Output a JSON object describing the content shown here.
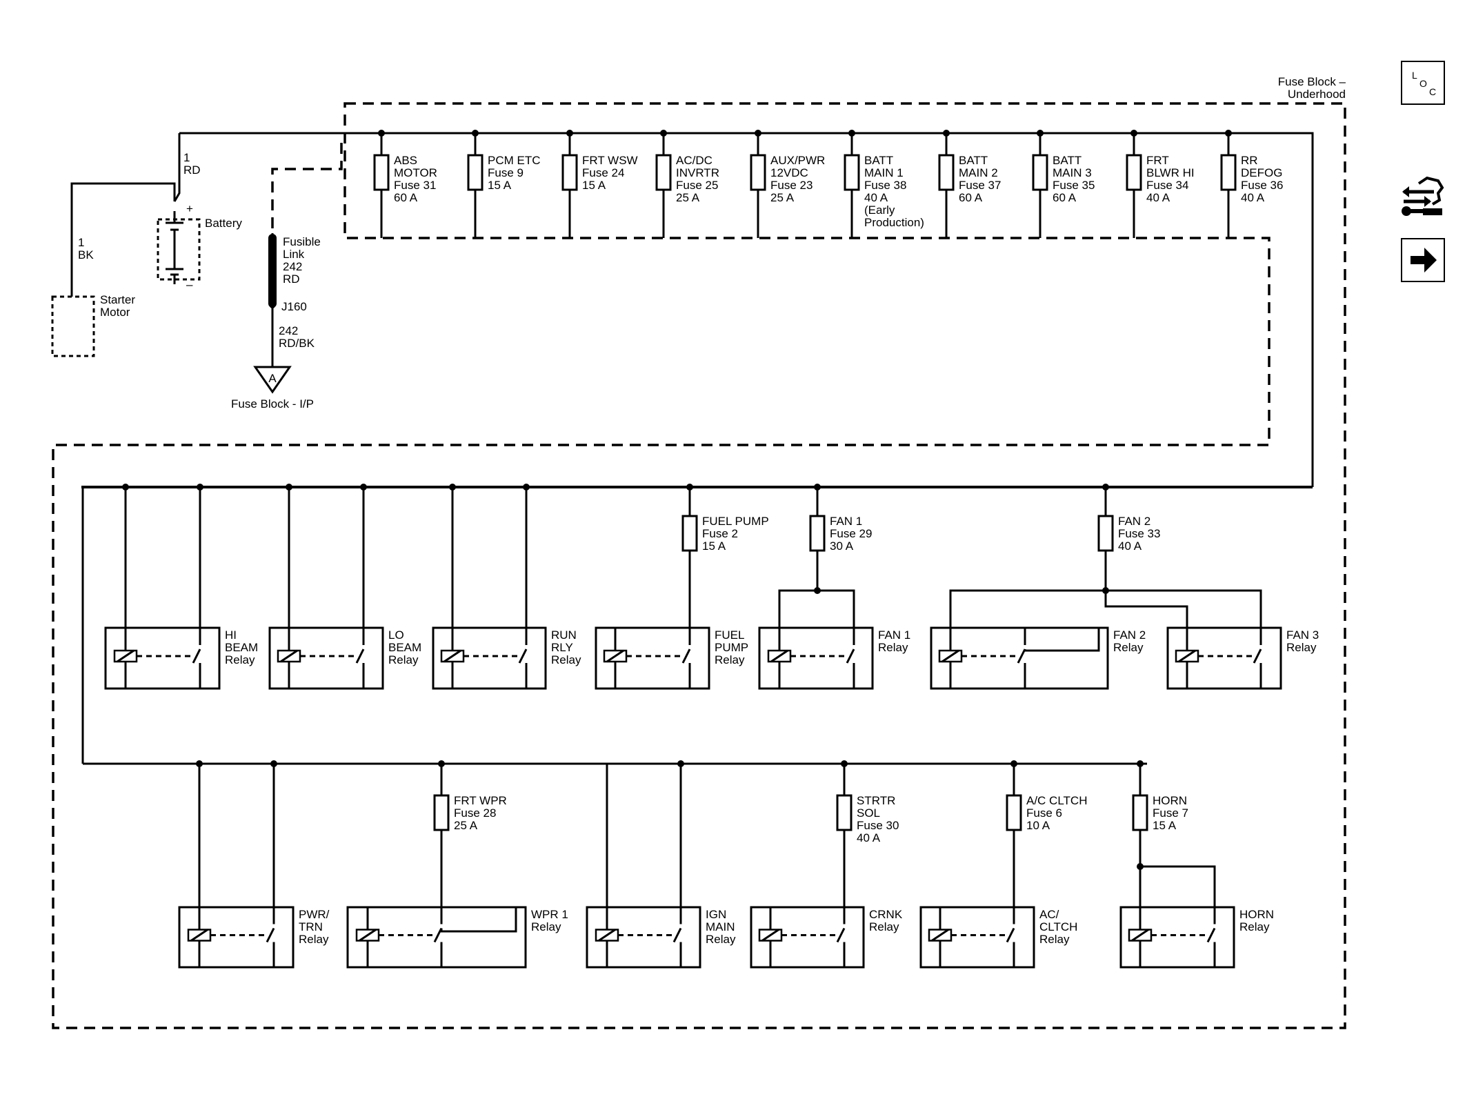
{
  "enclosure_title": [
    "Fuse Block –",
    "Underhood"
  ],
  "loc_button": {
    "letters": [
      "L",
      "O",
      "C"
    ]
  },
  "icons": {
    "service_icon": "connector-wrench-icon",
    "next_icon": "right-arrow-icon"
  },
  "battery": {
    "label": "Battery",
    "plus": "+",
    "minus": "–",
    "wire_red": [
      "1",
      "RD"
    ],
    "wire_black": [
      "1",
      "BK"
    ]
  },
  "starter_motor": [
    "Starter",
    "Motor"
  ],
  "fusible_link": {
    "label": [
      "Fusible",
      "Link",
      "242",
      "RD"
    ],
    "splice": "J160",
    "wire": [
      "242",
      "RD/BK"
    ],
    "connector_letter": "A",
    "destination": "Fuse Block - I/P"
  },
  "top_fuses": [
    {
      "lines": [
        "ABS",
        "MOTOR",
        "Fuse 31",
        "60 A"
      ]
    },
    {
      "lines": [
        "PCM ETC",
        "Fuse 9",
        "15 A"
      ]
    },
    {
      "lines": [
        "FRT WSW",
        "Fuse 24",
        "15 A"
      ]
    },
    {
      "lines": [
        "AC/DC",
        "INVRTR",
        "Fuse 25",
        "25 A"
      ]
    },
    {
      "lines": [
        "AUX/PWR",
        "12VDC",
        "Fuse 23",
        "25 A"
      ]
    },
    {
      "lines": [
        "BATT",
        "MAIN 1",
        "Fuse 38",
        "40 A",
        "(Early",
        "Production)"
      ]
    },
    {
      "lines": [
        "BATT",
        "MAIN 2",
        "Fuse 37",
        "60 A"
      ]
    },
    {
      "lines": [
        "BATT",
        "MAIN 3",
        "Fuse 35",
        "60 A"
      ]
    },
    {
      "lines": [
        "FRT",
        "BLWR HI",
        "Fuse 34",
        "40 A"
      ]
    },
    {
      "lines": [
        "RR",
        "DEFOG",
        "Fuse 36",
        "40 A"
      ]
    }
  ],
  "row1_fuses": [
    {
      "lines": [
        "FUEL PUMP",
        "Fuse 2",
        "15 A"
      ]
    },
    {
      "lines": [
        "FAN 1",
        "Fuse 29",
        "30 A"
      ]
    },
    {
      "lines": [
        "FAN 2",
        "Fuse 33",
        "40 A"
      ]
    }
  ],
  "row1_relays": [
    {
      "lines": [
        "HI",
        "BEAM",
        "Relay"
      ]
    },
    {
      "lines": [
        "LO",
        "BEAM",
        "Relay"
      ]
    },
    {
      "lines": [
        "RUN",
        "RLY",
        "Relay"
      ]
    },
    {
      "lines": [
        "FUEL",
        "PUMP",
        "Relay"
      ]
    },
    {
      "lines": [
        "FAN 1",
        "Relay"
      ]
    },
    {
      "lines": [
        "FAN 2",
        "Relay"
      ]
    },
    {
      "lines": [
        "FAN 3",
        "Relay"
      ]
    }
  ],
  "row2_fuses": [
    {
      "lines": [
        "FRT WPR",
        "Fuse 28",
        "25 A"
      ]
    },
    {
      "lines": [
        "STRTR",
        "SOL",
        "Fuse 30",
        "40 A"
      ]
    },
    {
      "lines": [
        "A/C CLTCH",
        "Fuse 6",
        "10 A"
      ]
    },
    {
      "lines": [
        "HORN",
        "Fuse 7",
        "15 A"
      ]
    }
  ],
  "row2_relays": [
    {
      "lines": [
        "PWR/",
        "TRN",
        "Relay"
      ]
    },
    {
      "lines": [
        "WPR 1",
        "Relay"
      ]
    },
    {
      "lines": [
        "IGN",
        "MAIN",
        "Relay"
      ]
    },
    {
      "lines": [
        "CRNK",
        "Relay"
      ]
    },
    {
      "lines": [
        "AC/",
        "CLTCH",
        "Relay"
      ]
    },
    {
      "lines": [
        "HORN",
        "Relay"
      ]
    }
  ]
}
